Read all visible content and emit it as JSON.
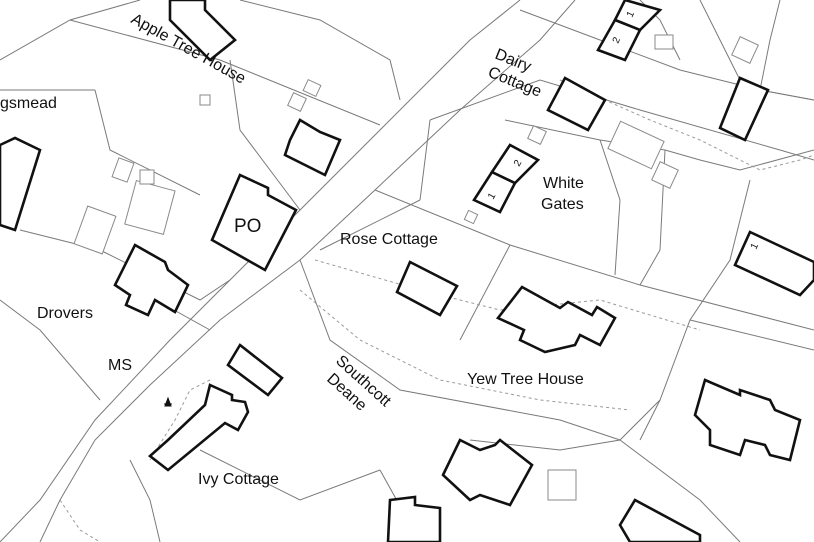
{
  "map": {
    "labels": {
      "apple_tree_house": "Apple Tree House",
      "kingsmead_partial": "gsmead",
      "dairy_cottage_1": "Dairy",
      "dairy_cottage_2": "Cottage",
      "white_gates_1": "White",
      "white_gates_2": "Gates",
      "rose_cottage": "Rose Cottage",
      "po": "PO",
      "drovers": "Drovers",
      "ms": "MS",
      "southcott_deane_1": "Southcott",
      "southcott_deane_2": "Deane",
      "yew_tree_house": "Yew Tree House",
      "ivy_cottage": "Ivy Cottage"
    },
    "house_numbers": {
      "n1_top": "1",
      "n2_top": "2",
      "n1_white_gates": "1",
      "n2_white_gates": "2",
      "n1_right": "1"
    },
    "icons": {
      "benchmark": "benchmark-arrow-icon"
    },
    "colors": {
      "background": "#ffffff",
      "building_outline": "#111111",
      "boundary_line": "#7a7a7a"
    }
  }
}
